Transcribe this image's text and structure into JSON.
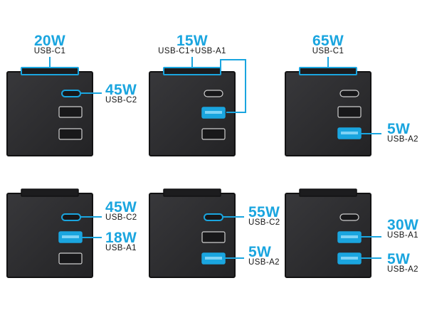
{
  "colors": {
    "accent": "#1aa5df",
    "device": "#2b2b2d",
    "device_edge": "#121213",
    "port_off": "#18181a"
  },
  "configs": [
    {
      "top": {
        "watts": "20W",
        "port": "USB-C1"
      },
      "ports_active": [
        "c1",
        "c2"
      ],
      "side": [
        {
          "watts": "45W",
          "port": "USB-C2"
        }
      ]
    },
    {
      "top": {
        "watts": "15W",
        "port": "USB-C1+USB-A1"
      },
      "ports_active": [
        "c1",
        "a1"
      ],
      "side": []
    },
    {
      "top": {
        "watts": "65W",
        "port": "USB-C1"
      },
      "ports_active": [
        "c1",
        "a2"
      ],
      "side": [
        {
          "watts": "5W",
          "port": "USB-A2"
        }
      ]
    },
    {
      "top": null,
      "ports_active": [
        "c2",
        "a1"
      ],
      "side": [
        {
          "watts": "45W",
          "port": "USB-C2"
        },
        {
          "watts": "18W",
          "port": "USB-A1"
        }
      ]
    },
    {
      "top": null,
      "ports_active": [
        "c2",
        "a2"
      ],
      "side": [
        {
          "watts": "55W",
          "port": "USB-C2"
        },
        {
          "watts": "5W",
          "port": "USB-A2"
        }
      ]
    },
    {
      "top": null,
      "ports_active": [
        "a1",
        "a2"
      ],
      "side": [
        {
          "watts": "30W",
          "port": "USB-A1"
        },
        {
          "watts": "5W",
          "port": "USB-A2"
        }
      ]
    }
  ]
}
